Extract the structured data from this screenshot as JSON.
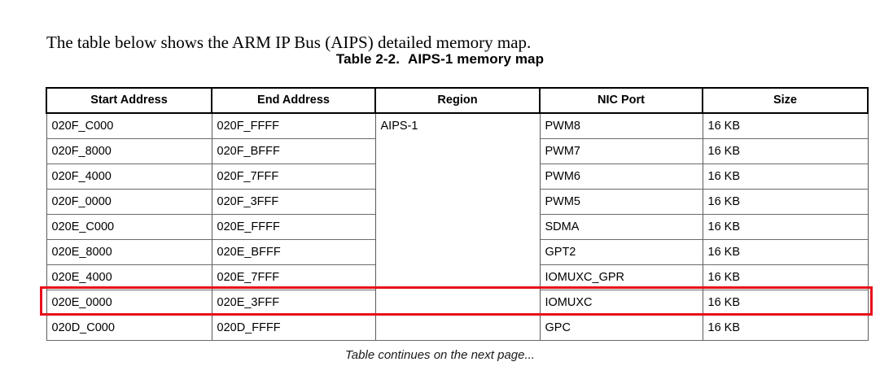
{
  "document": {
    "intro_text": "The table below shows the ARM IP Bus (AIPS) detailed memory map.",
    "caption_number": "Table 2-2.",
    "caption_title": "AIPS-1 memory map",
    "footer_note": "Table continues on the next page..."
  },
  "highlight": {
    "color": "#e8101a",
    "highlighted_row_index": 7,
    "highlighted_start_address": "020E_0000"
  },
  "table": {
    "columns": [
      "Start Address",
      "End Address",
      "Region",
      "NIC Port",
      "Size"
    ],
    "region_value": "AIPS-1",
    "region_rowspan": 9,
    "rows": [
      {
        "start": "020F_C000",
        "end": "020F_FFFF",
        "nic": "PWM8",
        "size": "16 KB"
      },
      {
        "start": "020F_8000",
        "end": "020F_BFFF",
        "nic": "PWM7",
        "size": "16 KB"
      },
      {
        "start": "020F_4000",
        "end": "020F_7FFF",
        "nic": "PWM6",
        "size": "16 KB"
      },
      {
        "start": "020F_0000",
        "end": "020F_3FFF",
        "nic": "PWM5",
        "size": "16 KB"
      },
      {
        "start": "020E_C000",
        "end": "020E_FFFF",
        "nic": "SDMA",
        "size": "16 KB"
      },
      {
        "start": "020E_8000",
        "end": "020E_BFFF",
        "nic": "GPT2",
        "size": "16 KB"
      },
      {
        "start": "020E_4000",
        "end": "020E_7FFF",
        "nic": "IOMUXC_GPR",
        "size": "16 KB"
      },
      {
        "start": "020E_0000",
        "end": "020E_3FFF",
        "nic": "IOMUXC",
        "size": "16 KB"
      },
      {
        "start": "020D_C000",
        "end": "020D_FFFF",
        "nic": "GPC",
        "size": "16 KB"
      }
    ]
  }
}
